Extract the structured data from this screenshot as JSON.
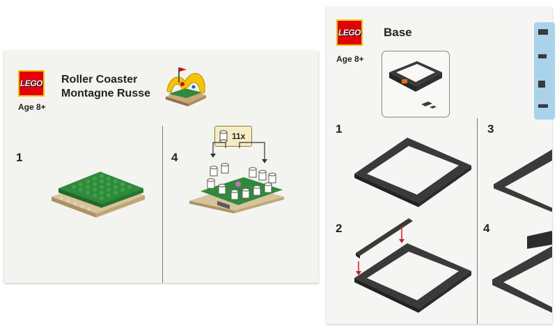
{
  "left_page": {
    "logo": "LEGO",
    "title_line1": "Roller Coaster",
    "title_line2": "Montagne Russe",
    "age": "Age 8+",
    "step_a": "1",
    "step_b": "4",
    "callout_count": "11x"
  },
  "right_page": {
    "logo": "LEGO",
    "title": "Base",
    "age": "Age 8+",
    "steps": [
      "1",
      "2",
      "3",
      "4"
    ]
  },
  "colors": {
    "lego_red": "#e3000b",
    "lego_yellow": "#f2c500",
    "green_plate": "#2f8a3c",
    "tan_plate": "#d8c49a",
    "dark_grey": "#3a3a3a",
    "callout_bg": "#f6ecc4",
    "parts_panel": "#a8d3ea",
    "arrow_red": "#d11a1a"
  }
}
